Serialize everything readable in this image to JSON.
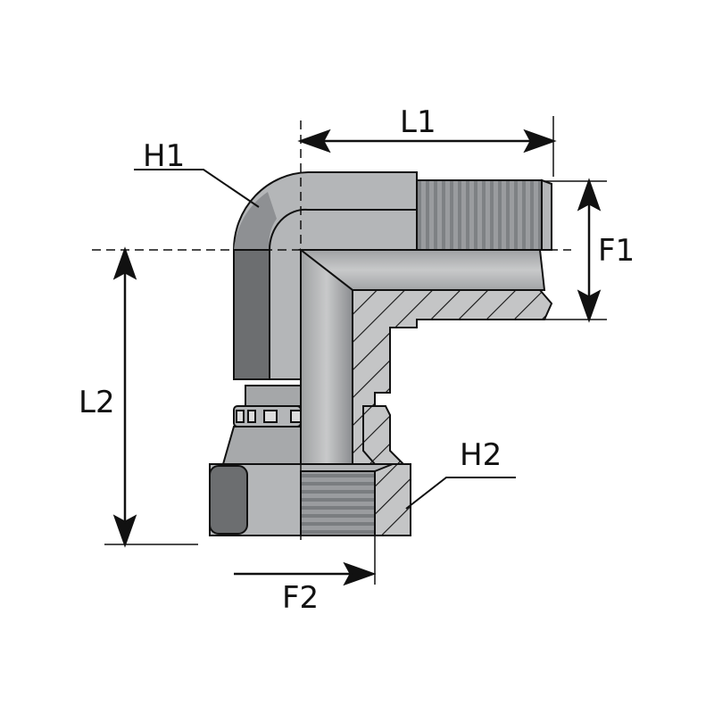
{
  "diagram": {
    "labels": {
      "l1": "L1",
      "l2": "L2",
      "f1": "F1",
      "f2": "F2",
      "h1": "H1",
      "h2": "H2"
    },
    "colors": {
      "body": "#b4b6b8",
      "dark": "#6c6e70",
      "thread": "#8d9093",
      "hatch_bg": "#c4c5c6"
    }
  }
}
